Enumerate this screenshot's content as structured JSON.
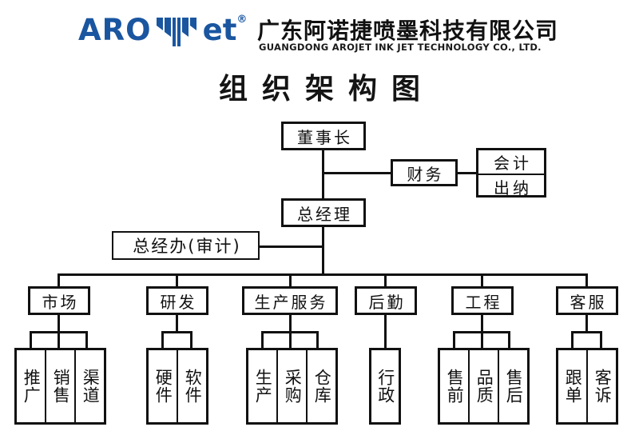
{
  "header": {
    "logo": {
      "word_left": "ARO",
      "word_right": "et",
      "trademark": "®",
      "mark_name": "arojet-leaf-logo",
      "color": "#1a56a0"
    },
    "company_name_cn": "广东阿诺捷喷墨科技有限公司",
    "company_name_en": "GUANGDONG AROJET INK JET TECHNOLOGY CO., LTD."
  },
  "title": "组织架构图",
  "chart_data": {
    "type": "diagram",
    "diagram_kind": "org-chart",
    "orientation": "top-down",
    "box_border_color": "#111111",
    "box_fill_color": "#ffffff",
    "nodes": {
      "chairman": "董事长",
      "finance": "财务",
      "finance_children": [
        "会计",
        "出纳"
      ],
      "general_manager": "总经理",
      "gm_office": "总经办(审计)"
    },
    "departments": [
      {
        "label": "市场",
        "children": [
          "推广",
          "销售",
          "渠道"
        ]
      },
      {
        "label": "研发",
        "children": [
          "硬件",
          "软件"
        ]
      },
      {
        "label": "生产服务",
        "children": [
          "生产",
          "采购",
          "仓库"
        ]
      },
      {
        "label": "后勤",
        "children": [
          "行政"
        ]
      },
      {
        "label": "工程",
        "children": [
          "售前",
          "品质",
          "售后"
        ]
      },
      {
        "label": "客服",
        "children": [
          "跟单",
          "客诉"
        ]
      }
    ]
  }
}
